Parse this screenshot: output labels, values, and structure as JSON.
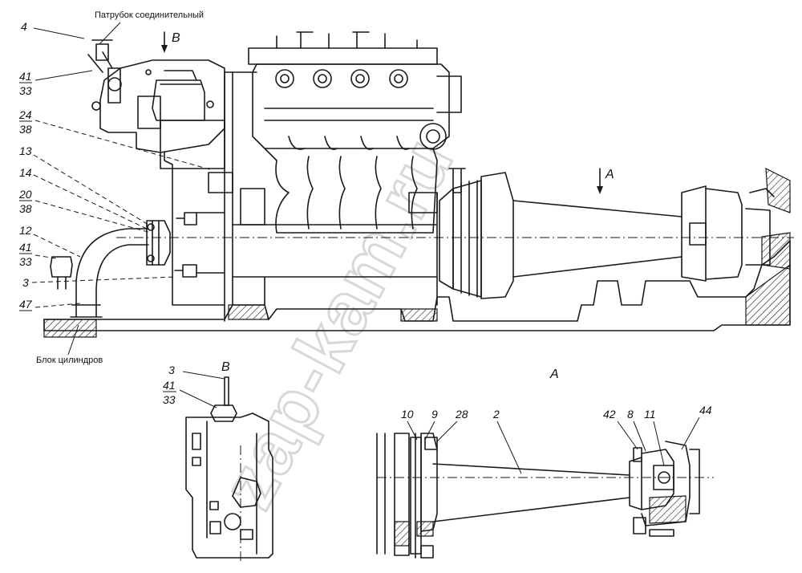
{
  "captions": {
    "top_pipe": "Патрубок соединительный",
    "block": "Блок цилиндров"
  },
  "views": {
    "view_v": "В",
    "view_a": "А",
    "arrow_v": "В",
    "arrow_a": "А"
  },
  "main_callouts": [
    "4",
    "41",
    "33",
    "24",
    "38",
    "13",
    "14",
    "20",
    "38",
    "12",
    "41",
    "33",
    "3",
    "47"
  ],
  "view_v_callouts": [
    "3",
    "41",
    "33"
  ],
  "view_a_callouts": [
    "10",
    "9",
    "28",
    "2",
    "42",
    "8",
    "11",
    "44"
  ],
  "watermark": "zap-kam.ru"
}
